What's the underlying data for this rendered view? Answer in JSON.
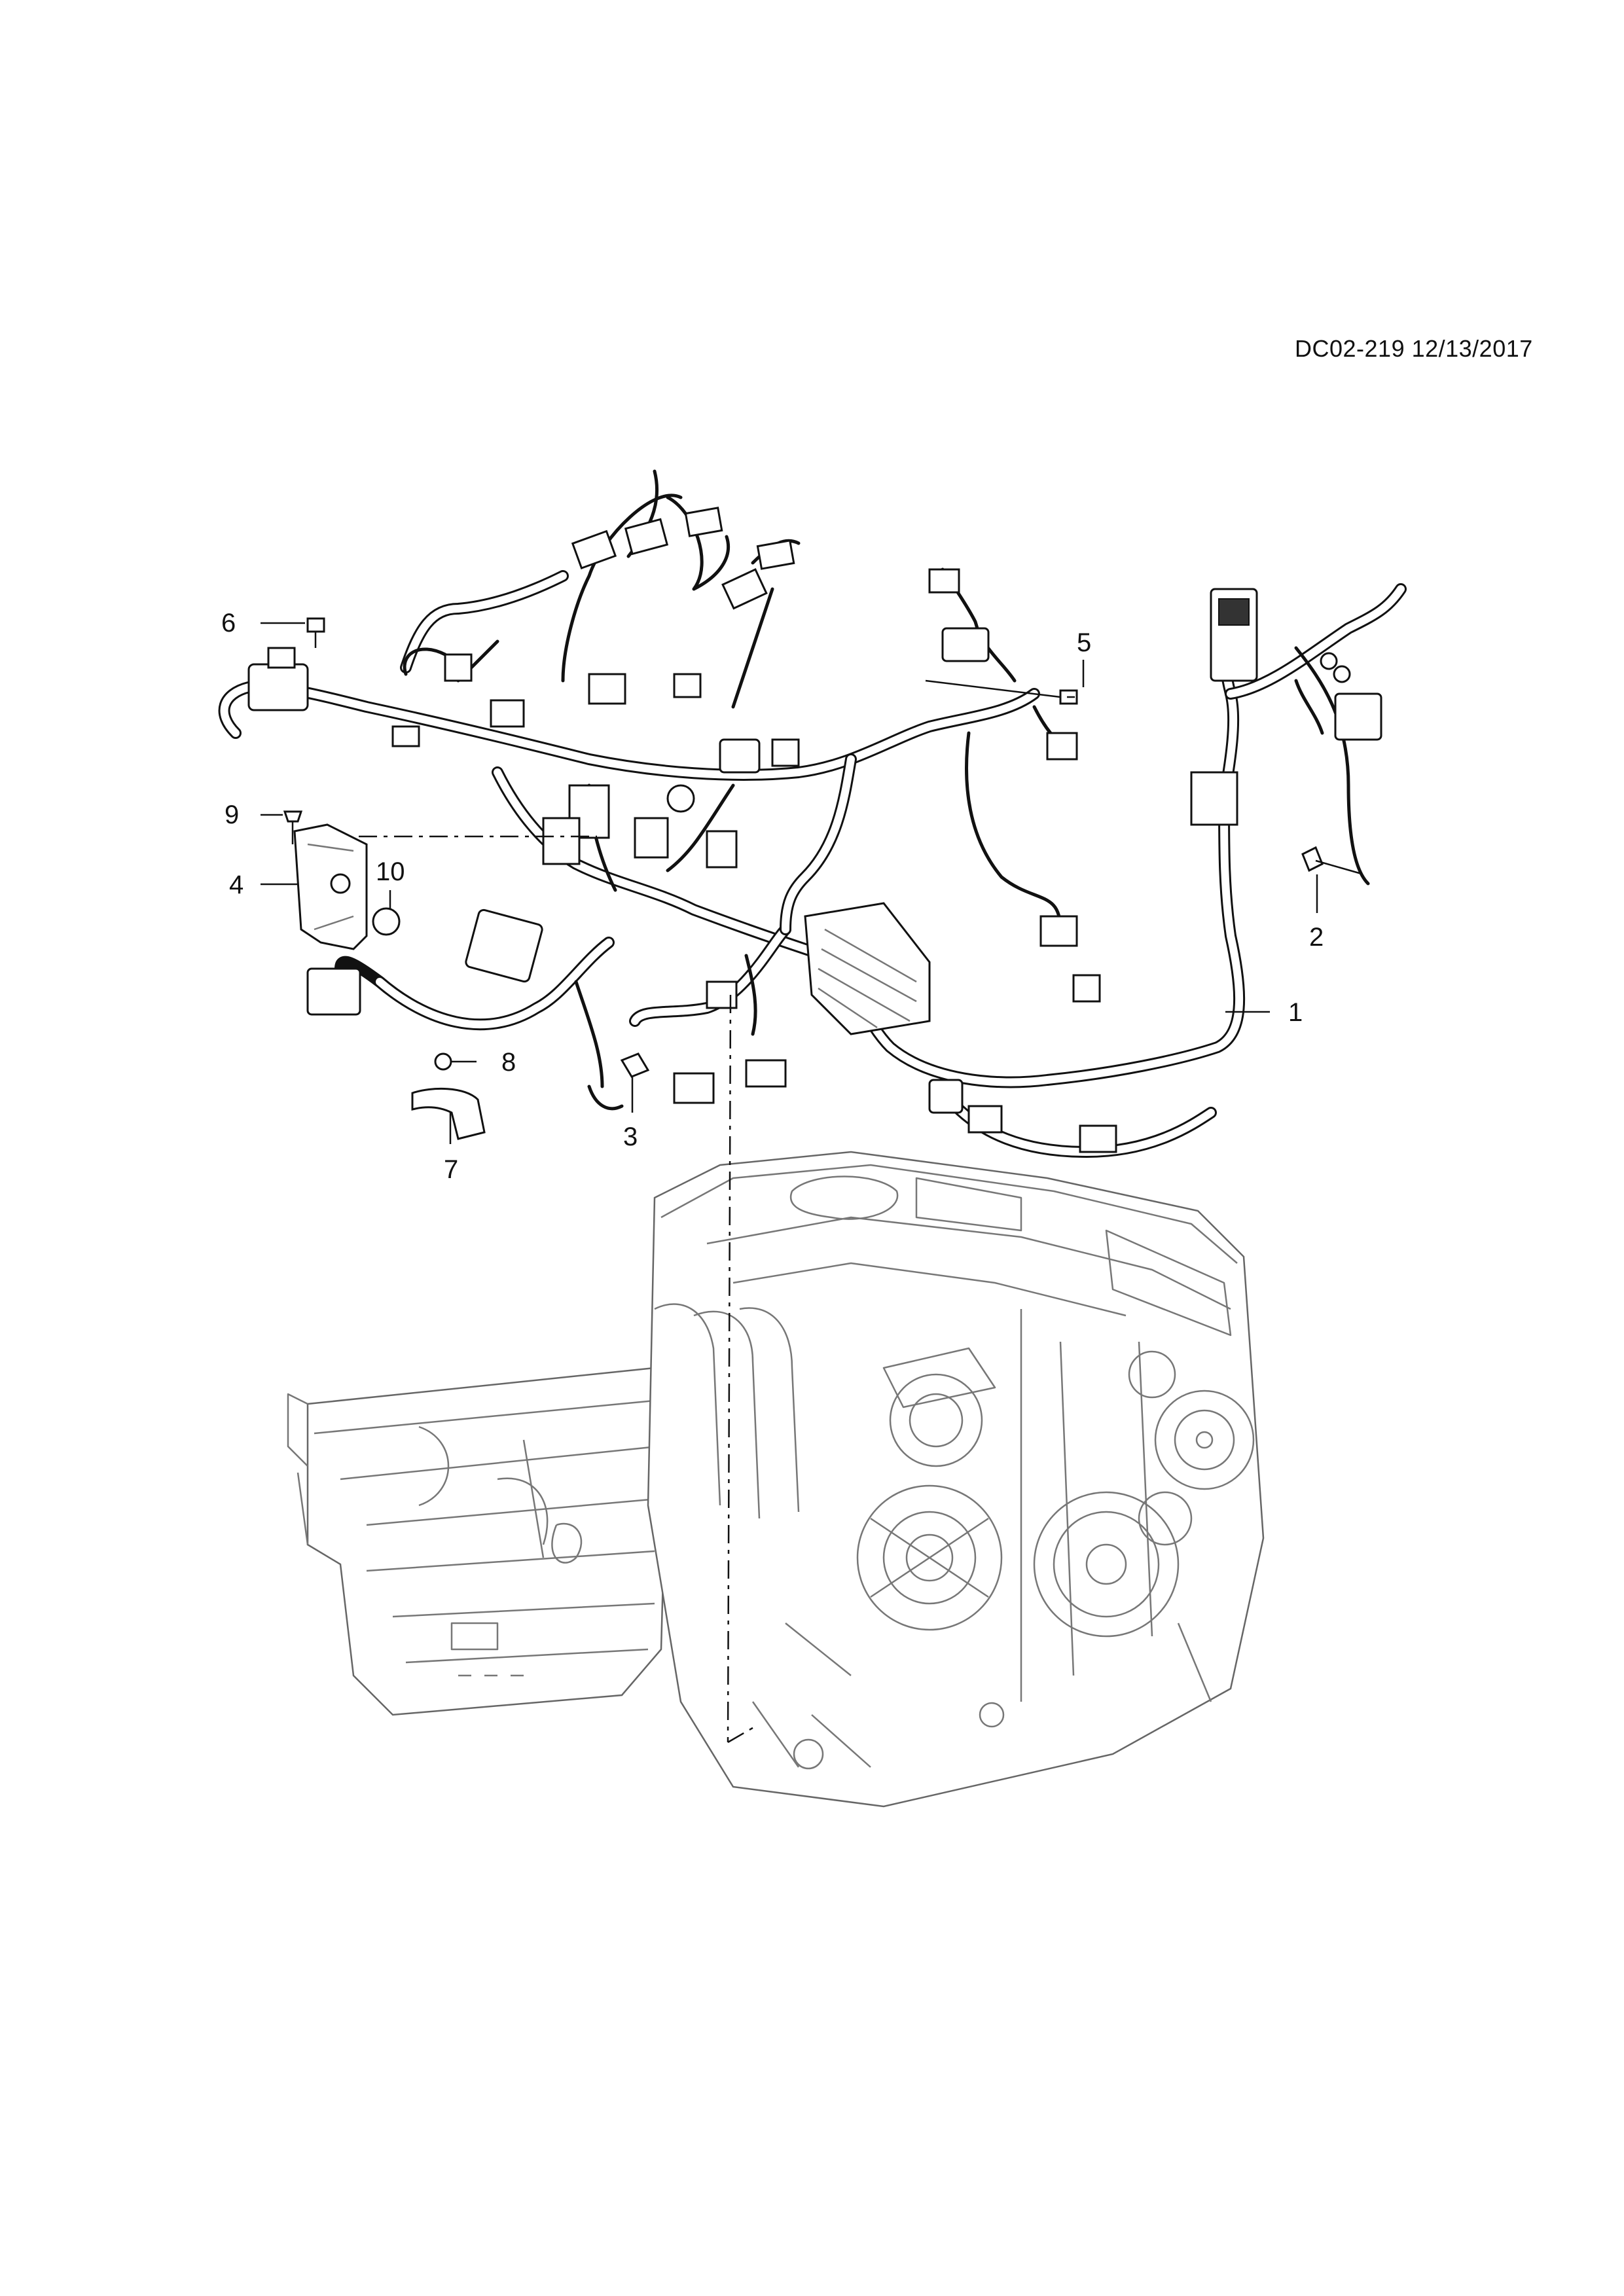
{
  "reference": "DC02-219 12/13/2017",
  "callouts": [
    {
      "id": "1",
      "label": "1"
    },
    {
      "id": "2",
      "label": "2"
    },
    {
      "id": "3",
      "label": "3"
    },
    {
      "id": "4",
      "label": "4"
    },
    {
      "id": "5",
      "label": "5"
    },
    {
      "id": "6",
      "label": "6"
    },
    {
      "id": "7",
      "label": "7"
    },
    {
      "id": "8",
      "label": "8"
    },
    {
      "id": "9",
      "label": "9"
    },
    {
      "id": "10",
      "label": "10"
    }
  ],
  "colors": {
    "line": "#111111",
    "engine_line": "#777777",
    "background": "#ffffff"
  }
}
